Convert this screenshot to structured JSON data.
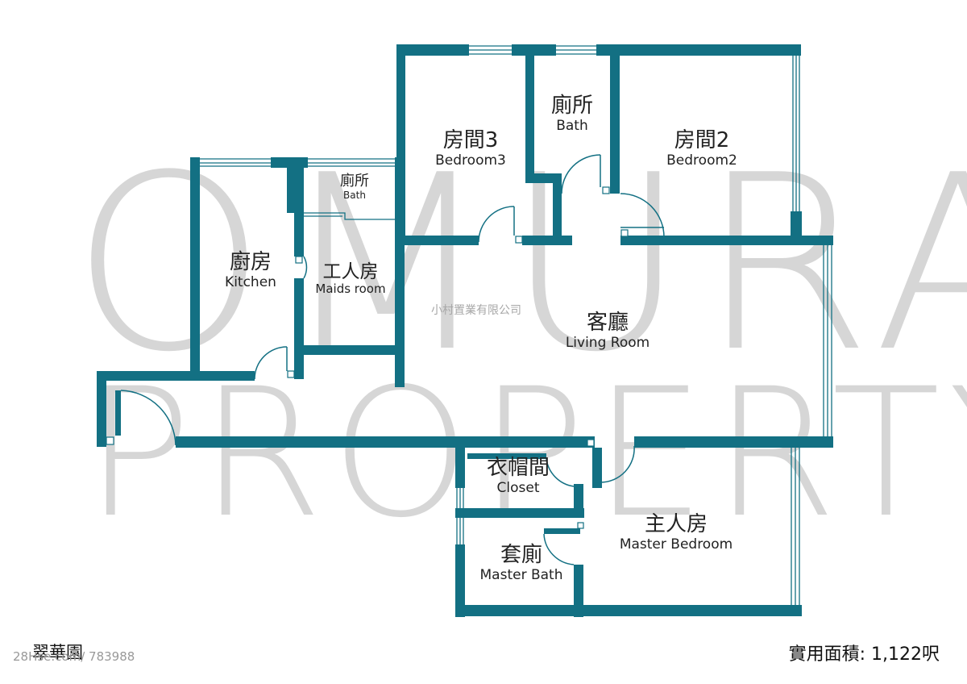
{
  "watermark": {
    "line1": "OMURA",
    "line2": "PROPERTY",
    "company": "小村置業有限公司"
  },
  "colors": {
    "wall": "#137083",
    "watermark": "#d6d6d6",
    "text": "#222222"
  },
  "rooms": {
    "bedroom3": {
      "zh": "房間3",
      "en": "Bedroom3"
    },
    "bath_top": {
      "zh": "廁所",
      "en": "Bath"
    },
    "bedroom2": {
      "zh": "房間2",
      "en": "Bedroom2"
    },
    "bath_small": {
      "zh": "廁所",
      "en": "Bath"
    },
    "kitchen": {
      "zh": "廚房",
      "en": "Kitchen"
    },
    "maids_room": {
      "zh": "工人房",
      "en": "Maids room"
    },
    "living_room": {
      "zh": "客廳",
      "en": "Living Room"
    },
    "closet": {
      "zh": "衣帽間",
      "en": "Closet"
    },
    "master_bedroom": {
      "zh": "主人房",
      "en": "Master Bedroom"
    },
    "master_bath": {
      "zh": "套廁",
      "en": "Master Bath"
    }
  },
  "footer": {
    "estate_name": "翠華園",
    "source": "28Hse.com/ 783988",
    "area_label": "實用面積: 1,122呎"
  }
}
